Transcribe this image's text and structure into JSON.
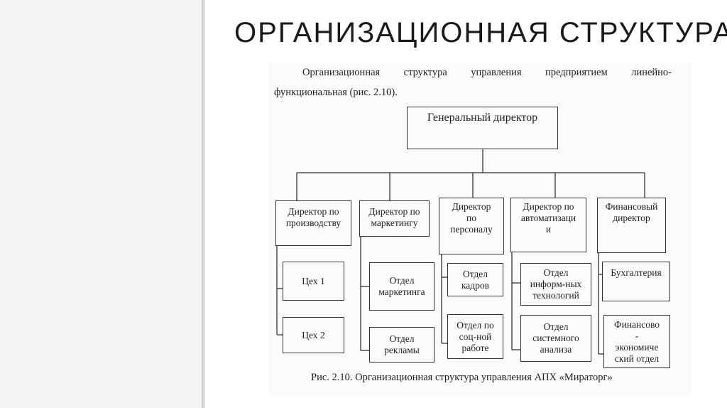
{
  "slide": {
    "title": "ОРГАНИЗАЦИОННАЯ СТРУКТУРА"
  },
  "text": {
    "intro_line1": "Организационная структура управления предприятием линейно-",
    "intro_line2": "функциональная (рис. 2.10).",
    "caption": "Рис. 2.10. Организационная структура управления АПХ «Мираторг»"
  },
  "org": {
    "ceo": "Генеральный директор",
    "directors": [
      "Директор по\nпроизводству",
      "Директор по\nмаркетингу",
      "Директор\nпо\nперсоналу",
      "Директор по\nавтоматизаци\nи",
      "Финансовый\nдиректор"
    ],
    "units": [
      [
        "Цех 1",
        "Цех 2"
      ],
      [
        "Отдел\nмаркетинга",
        "Отдел\nрекламы"
      ],
      [
        "Отдел\nкадров",
        "Отдел по\nсоц-ной\nработе"
      ],
      [
        "Отдел\nинформ-ных\nтехнологий",
        "Отдел\nсистемного\nанализа"
      ],
      [
        "Бухгалтерия",
        "Финансово\n-\nэкономиче\nский отдел"
      ]
    ]
  }
}
